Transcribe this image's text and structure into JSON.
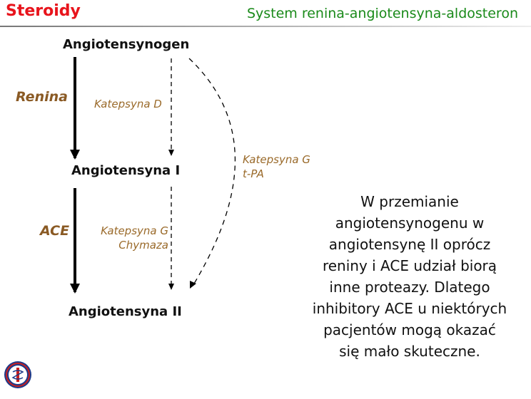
{
  "header": {
    "left_title": "Steroidy",
    "right_title": "System renina-angiotensyna-aldosteron"
  },
  "diagram": {
    "nodes": {
      "top": "Angiotensynogen",
      "middle": "Angiotensyna I",
      "bottom": "Angiotensyna II"
    },
    "main_enzymes": {
      "step1": "Renina",
      "step2": "ACE"
    },
    "alt_enzymes": {
      "step1": "Katepsyna D",
      "step2_line1": "Katepsyna G",
      "step2_line2": "Chymaza",
      "direct_line1": "Katepsyna G",
      "direct_line2": "t-PA"
    }
  },
  "note": "W przemianie angiotensynogenu w angiotensynę II oprócz reniny i ACE udział biorą inne proteazy. Dlatego inhibitory ACE u niektórych pacjentów mogą okazać się mało skuteczne.",
  "colors": {
    "left_title": "#e8141c",
    "right_title": "#1a8a1a",
    "enzyme": "#8a5a24"
  }
}
